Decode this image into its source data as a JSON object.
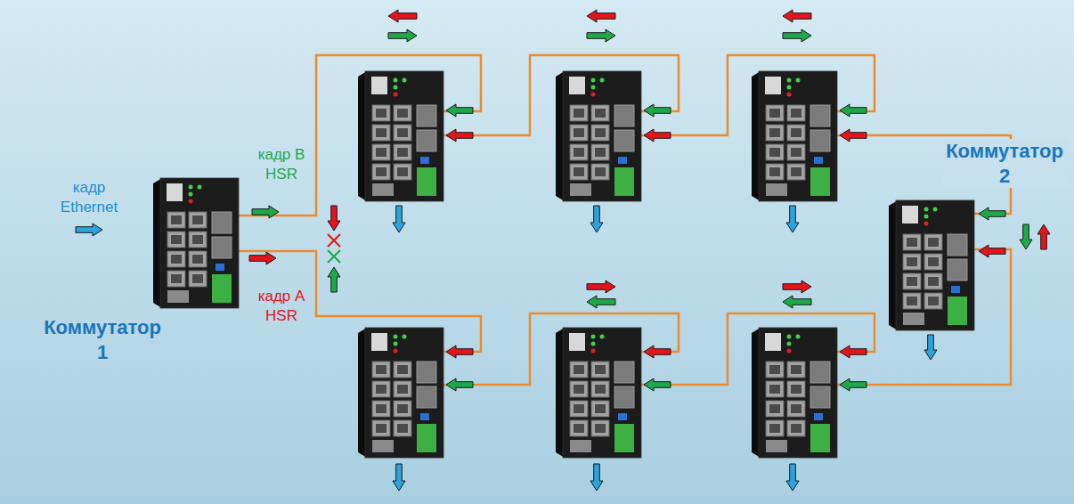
{
  "diagram": {
    "nodes": [
      {
        "text": [
          "Коммутатор 1"
        ]
      },
      {
        "text": [
          "Коммутатор 2"
        ]
      }
    ],
    "labels": [
      "кадр Ethernet",
      "кадр B HSR",
      "кадр A HSR"
    ]
  }
}
